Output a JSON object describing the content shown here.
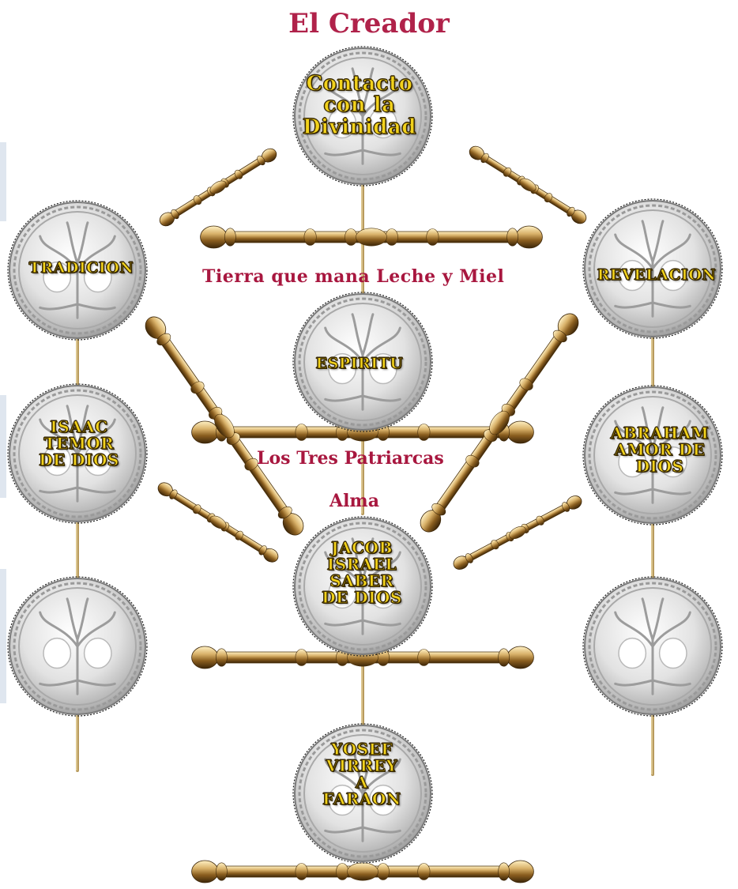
{
  "colors": {
    "title_red": "#b0224a",
    "label_red": "#a8173f",
    "node_text_yellow": "#f2d21c",
    "rod_gold": "#c8a255",
    "medallion_silver": "#c9c9c9"
  },
  "icons": {
    "medallion": "tree-of-life-medallion-icon",
    "rod": "golden-rod-icon"
  },
  "title": "El Creador",
  "labels": {
    "tierra": "Tierra que mana Leche y Miel",
    "patriarcas": "Los Tres Patriarcas",
    "alma": "Alma"
  },
  "nodes": {
    "top": "Contacto con la Divinidad",
    "top_lines": [
      "Contacto",
      "con la",
      "Divinidad"
    ],
    "left_top": "TRADICION",
    "right_top": "REVELACION",
    "center_mid": "ESPIRITU",
    "left_mid_lines": [
      "ISAAC",
      "TEMOR",
      "DE DIOS"
    ],
    "right_mid_lines": [
      "ABRAHAM",
      "AMOR DE",
      "DIOS"
    ],
    "center_low_lines": [
      "JACOB",
      "ISRAEL",
      "SABER",
      "DE DIOS"
    ],
    "bottom_lines": [
      "YOSEF",
      "VIRREY",
      "A",
      "FARAON"
    ]
  }
}
